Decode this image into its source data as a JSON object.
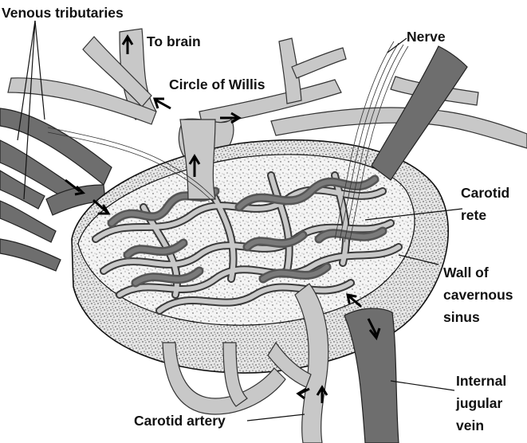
{
  "labels": {
    "venous_tributaries": "Venous tributaries",
    "to_brain": "To brain",
    "nerve": "Nerve",
    "circle_of_willis": "Circle of Willis",
    "carotid_rete_line1": "Carotid",
    "carotid_rete_line2": "rete",
    "wall_line1": "Wall of",
    "wall_line2": "cavernous",
    "wall_line3": "sinus",
    "jugular_line1": "Internal",
    "jugular_line2": "jugular",
    "jugular_line3": "vein",
    "carotid_artery": "Carotid artery"
  },
  "colors": {
    "artery_fill": "#c8c8c8",
    "vein_fill": "#6e6e6e",
    "sinus_wall": "#f2f2f2",
    "label_text": "#111111"
  }
}
